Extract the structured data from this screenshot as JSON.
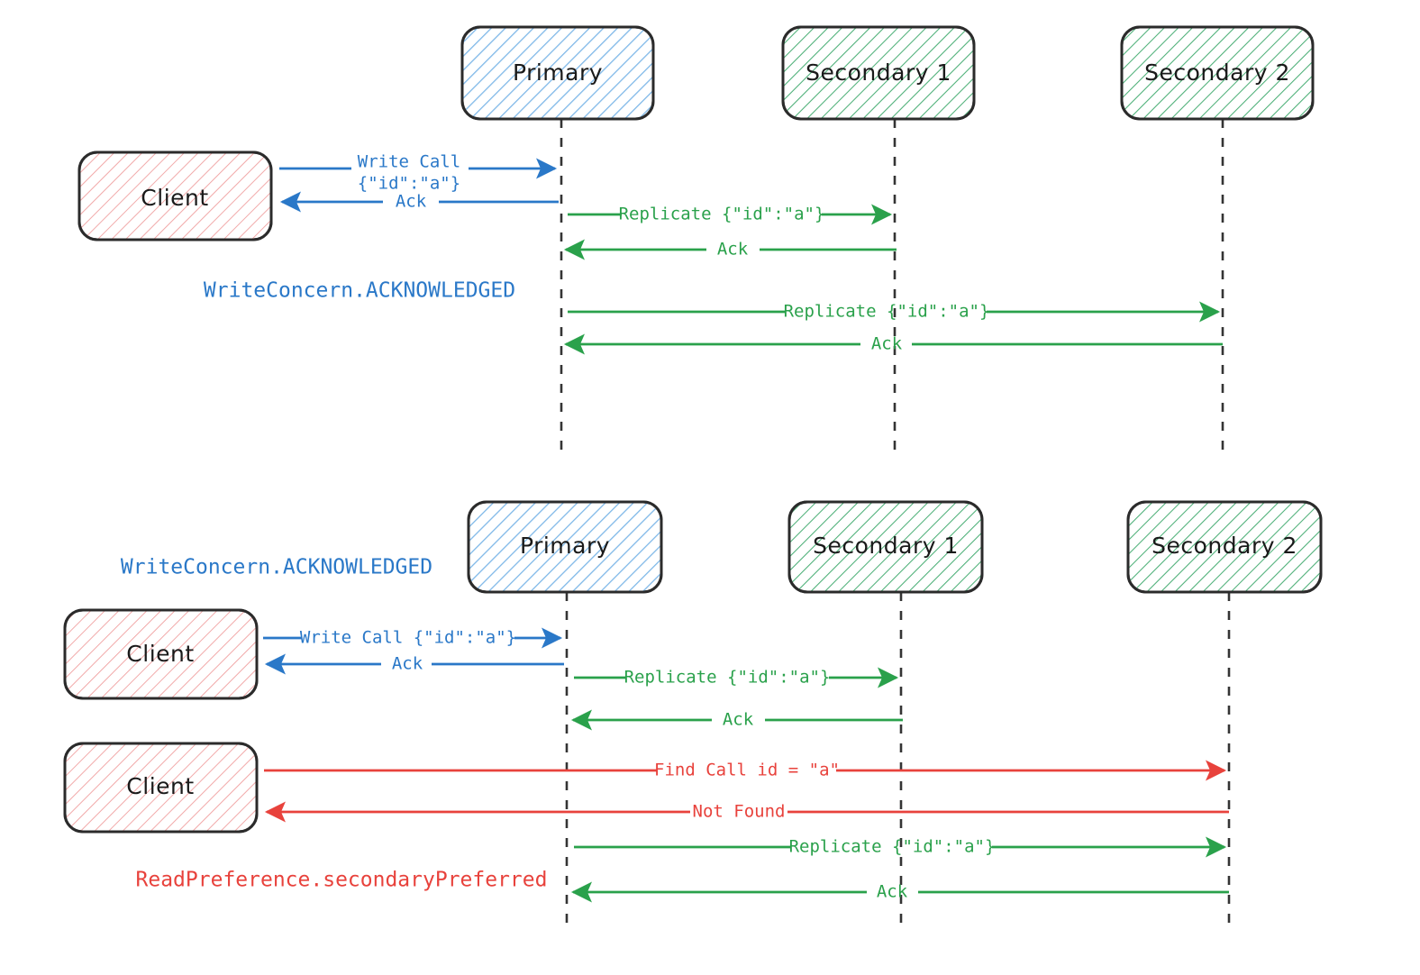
{
  "title": "MongoDB replica set write and read sequence diagrams",
  "colors": {
    "blue": "#2a78c8",
    "green": "#2aa14b",
    "red": "#e8423c",
    "ink": "#2b2b2b",
    "lifeline": "#343434",
    "client_hatch": "#ef9a9a",
    "primary_hatch": "#7fb8e8",
    "secondary_hatch": "#4caf77"
  },
  "diagrams": [
    {
      "id": "diagram-acknowledged-write",
      "participants": [
        {
          "id": "client",
          "label": "Client",
          "style": "client"
        },
        {
          "id": "primary",
          "label": "Primary",
          "style": "primary"
        },
        {
          "id": "secondary1",
          "label": "Secondary 1",
          "style": "secondary"
        },
        {
          "id": "secondary2",
          "label": "Secondary 2",
          "style": "secondary"
        }
      ],
      "messages": [
        {
          "id": "m1",
          "from": "client",
          "to": "primary",
          "label_lines": [
            "Write Call",
            "{\"id\":\"a\"}"
          ],
          "color": "blue",
          "direction": "right"
        },
        {
          "id": "m2",
          "from": "primary",
          "to": "client",
          "label_lines": [
            "Ack"
          ],
          "color": "blue",
          "direction": "left"
        },
        {
          "id": "m3",
          "from": "primary",
          "to": "secondary1",
          "label_lines": [
            "Replicate {\"id\":\"a\"}"
          ],
          "color": "green",
          "direction": "right"
        },
        {
          "id": "m4",
          "from": "secondary1",
          "to": "primary",
          "label_lines": [
            "Ack"
          ],
          "color": "green",
          "direction": "left"
        },
        {
          "id": "m5",
          "from": "primary",
          "to": "secondary2",
          "label_lines": [
            "Replicate {\"id\":\"a\"}"
          ],
          "color": "green",
          "direction": "right"
        },
        {
          "id": "m6",
          "from": "secondary2",
          "to": "primary",
          "label_lines": [
            "Ack"
          ],
          "color": "green",
          "direction": "left"
        }
      ],
      "notes": [
        {
          "id": "note-writeconcern-1",
          "text": "WriteConcern.ACKNOWLEDGED",
          "color": "blue"
        }
      ]
    },
    {
      "id": "diagram-secondary-preferred-read",
      "participants": [
        {
          "id": "client-write",
          "label": "Client",
          "style": "client"
        },
        {
          "id": "client-read",
          "label": "Client",
          "style": "client"
        },
        {
          "id": "primary",
          "label": "Primary",
          "style": "primary"
        },
        {
          "id": "secondary1",
          "label": "Secondary 1",
          "style": "secondary"
        },
        {
          "id": "secondary2",
          "label": "Secondary 2",
          "style": "secondary"
        }
      ],
      "messages": [
        {
          "id": "n1",
          "from": "client-write",
          "to": "primary",
          "label_lines": [
            "Write Call {\"id\":\"a\"}"
          ],
          "color": "blue",
          "direction": "right"
        },
        {
          "id": "n2",
          "from": "primary",
          "to": "client-write",
          "label_lines": [
            "Ack"
          ],
          "color": "blue",
          "direction": "left"
        },
        {
          "id": "n3",
          "from": "primary",
          "to": "secondary1",
          "label_lines": [
            "Replicate {\"id\":\"a\"}"
          ],
          "color": "green",
          "direction": "right"
        },
        {
          "id": "n4",
          "from": "secondary1",
          "to": "primary",
          "label_lines": [
            "Ack"
          ],
          "color": "green",
          "direction": "left"
        },
        {
          "id": "n5",
          "from": "client-read",
          "to": "secondary2",
          "label_lines": [
            "Find Call id = \"a\""
          ],
          "color": "red",
          "direction": "right"
        },
        {
          "id": "n6",
          "from": "secondary2",
          "to": "client-read",
          "label_lines": [
            "Not Found"
          ],
          "color": "red",
          "direction": "left"
        },
        {
          "id": "n7",
          "from": "primary",
          "to": "secondary2",
          "label_lines": [
            "Replicate {\"id\":\"a\"}"
          ],
          "color": "green",
          "direction": "right"
        },
        {
          "id": "n8",
          "from": "secondary2",
          "to": "primary",
          "label_lines": [
            "Ack"
          ],
          "color": "green",
          "direction": "left"
        }
      ],
      "notes": [
        {
          "id": "note-writeconcern-2",
          "text": "WriteConcern.ACKNOWLEDGED",
          "color": "blue"
        },
        {
          "id": "note-readpreference",
          "text": "ReadPreference.secondaryPreferred",
          "color": "red"
        }
      ]
    }
  ],
  "text_index": {
    "client": "Client",
    "primary": "Primary",
    "secondary1": "Secondary 1",
    "secondary2": "Secondary 2",
    "write_call": "Write Call",
    "write_payload": "{\"id\":\"a\"}",
    "write_call_inline": "Write Call {\"id\":\"a\"}",
    "ack": "Ack",
    "replicate": "Replicate {\"id\":\"a\"}",
    "find_call": "Find Call id = \"a\"",
    "not_found": "Not Found",
    "write_concern": "WriteConcern.ACKNOWLEDGED",
    "read_preference": "ReadPreference.secondaryPreferred"
  }
}
